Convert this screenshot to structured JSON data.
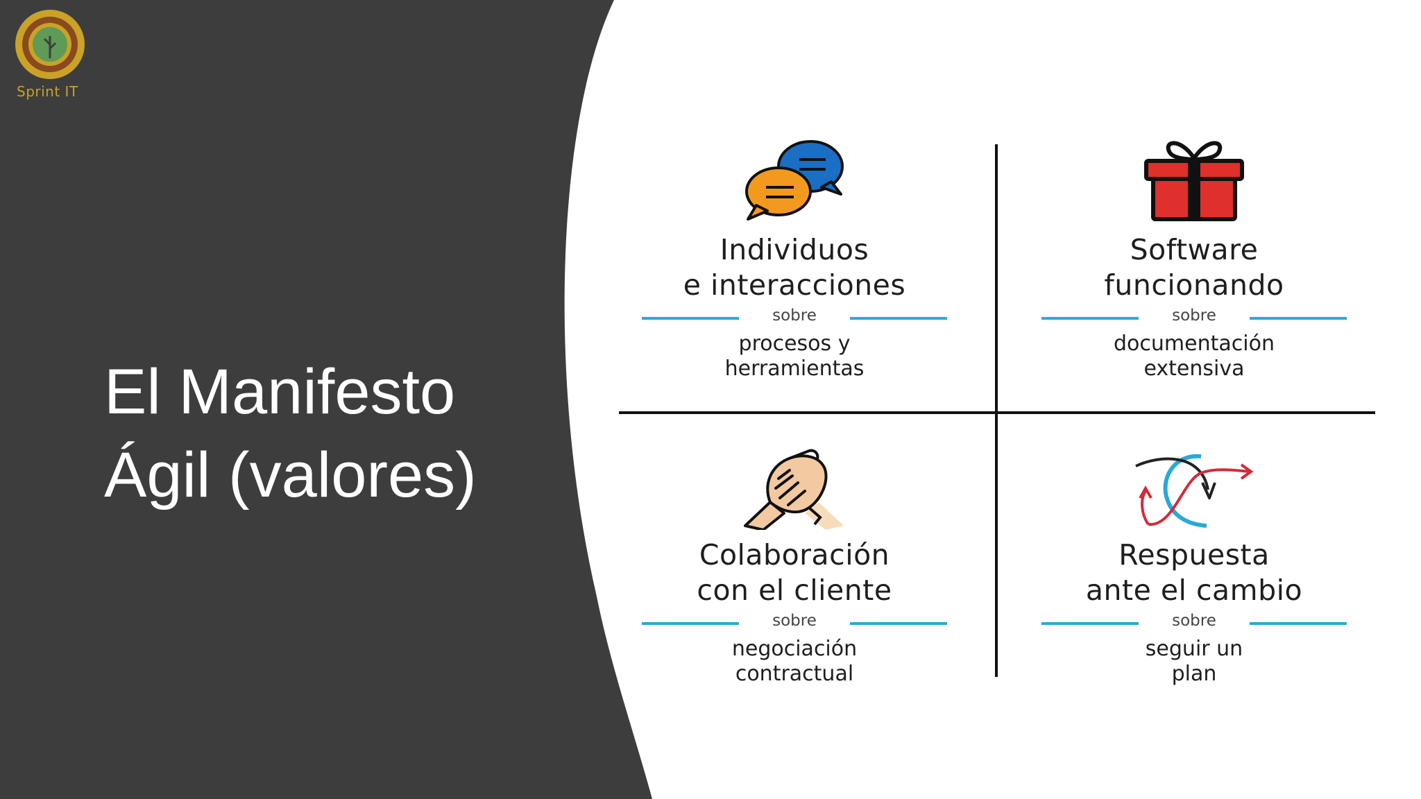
{
  "brand": {
    "name": "Sprint IT",
    "color": "#c9a227"
  },
  "title": {
    "line1": "El Manifesto",
    "line2": "Ágil (valores)"
  },
  "colors": {
    "panel": "#3d3d3d",
    "accent_line": "#2aa9d6"
  },
  "values": [
    {
      "icon": "chat-bubbles-icon",
      "title1": "Individuos",
      "title2": "e interacciones",
      "connector": "sobre",
      "sub1": "procesos y",
      "sub2": "herramientas"
    },
    {
      "icon": "gift-box-icon",
      "title1": "Software",
      "title2": "funcionando",
      "connector": "sobre",
      "sub1": "documentación",
      "sub2": "extensiva"
    },
    {
      "icon": "handshake-icon",
      "title1": "Colaboración",
      "title2": "con el cliente",
      "connector": "sobre",
      "sub1": "negociación",
      "sub2": "contractual"
    },
    {
      "icon": "change-arrows-icon",
      "title1": "Respuesta",
      "title2": "ante el cambio",
      "connector": "sobre",
      "sub1": "seguir un",
      "sub2": "plan"
    }
  ]
}
